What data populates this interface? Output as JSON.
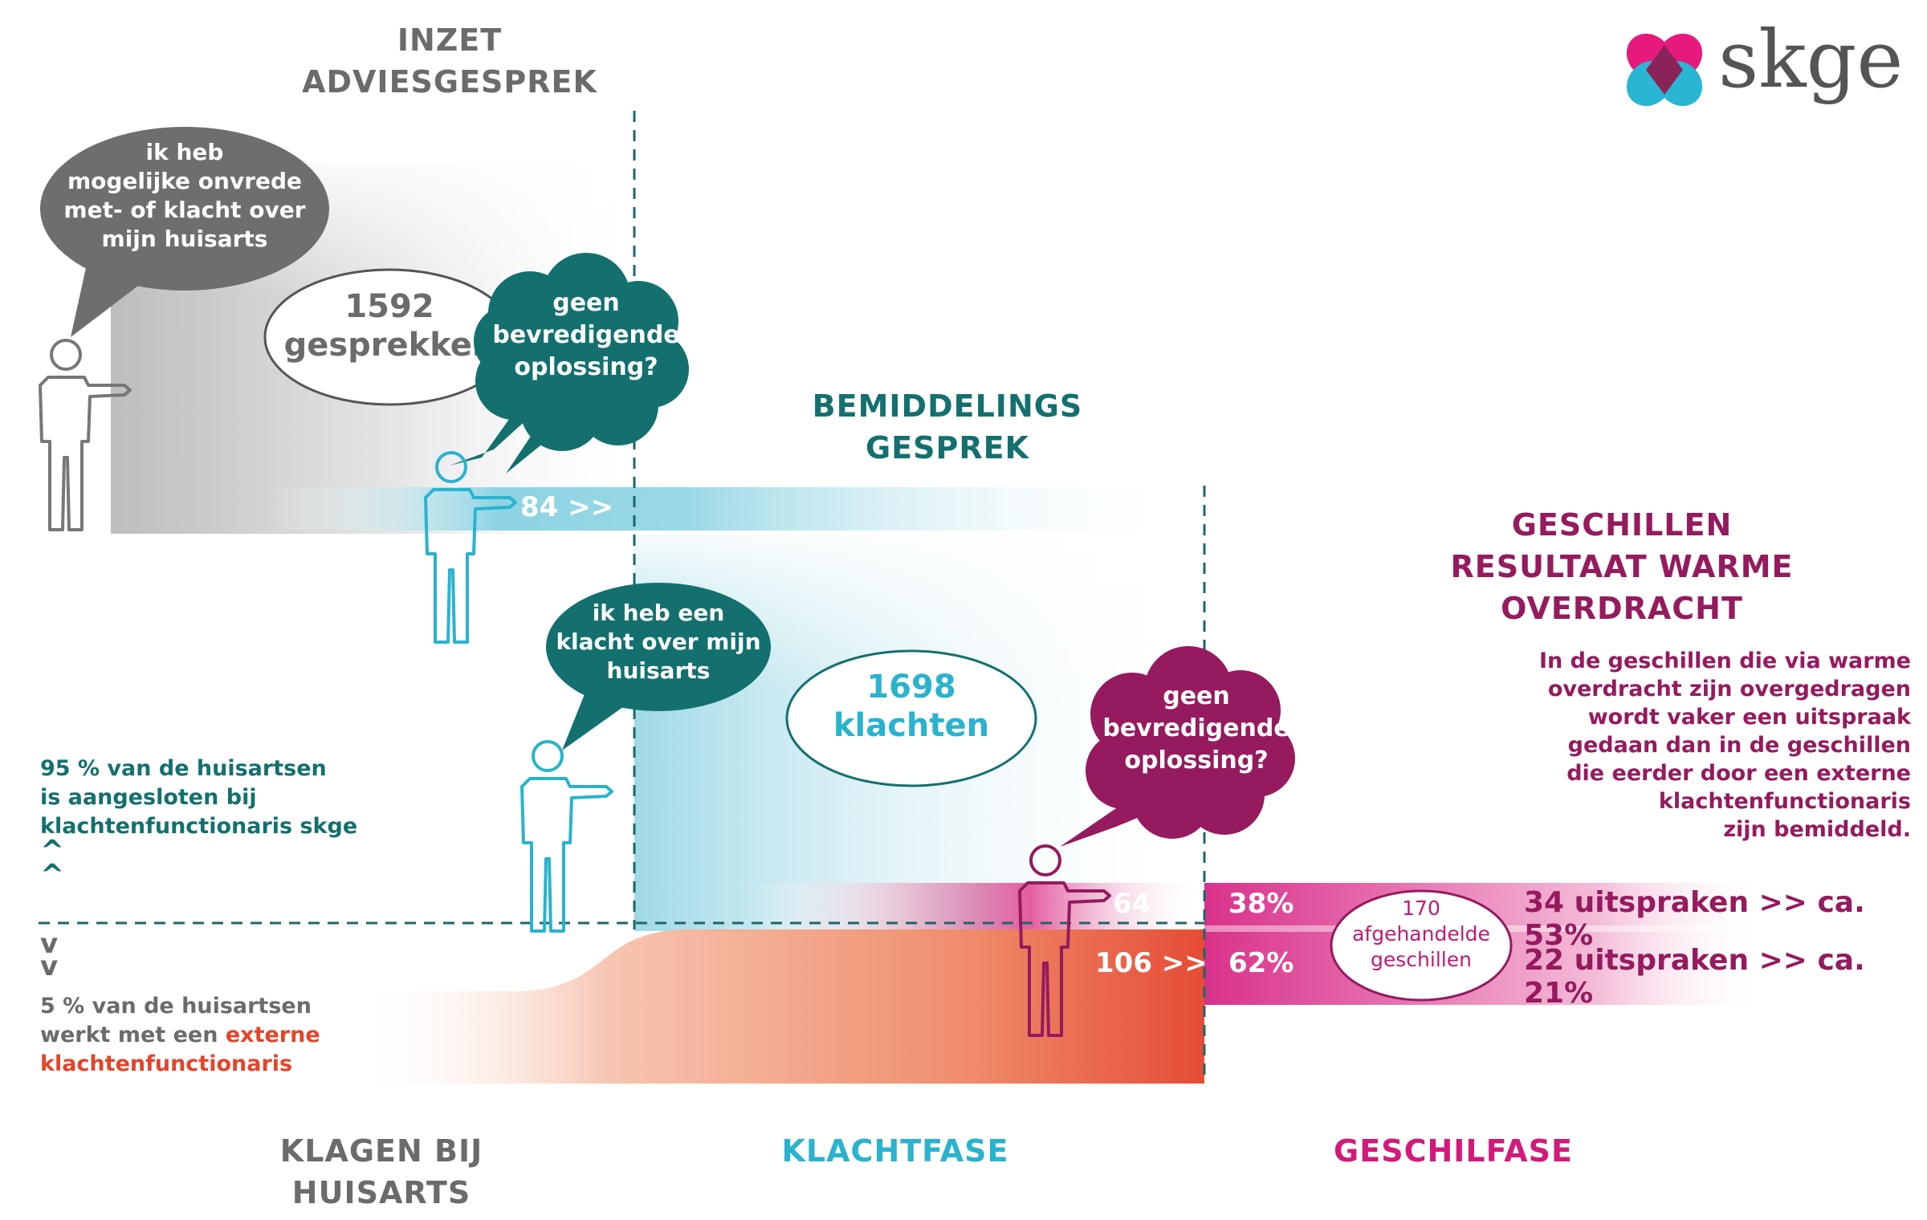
{
  "logo": {
    "text": "skge",
    "colors": {
      "pink": "#e6197d",
      "cyan": "#29b6d2",
      "dark": "#8a2357",
      "word": "#555555"
    }
  },
  "headers": {
    "advies": [
      "INZET",
      "ADVIESGESPREK"
    ],
    "bemiddeling": [
      "BEMIDDELINGS",
      "GESPREK"
    ],
    "geschillen": [
      "GESCHILLEN",
      "RESULTAAT WARME",
      "OVERDRACHT"
    ]
  },
  "bubbles": {
    "onvrede": [
      "ik heb",
      "mogelijke onvrede",
      "met- of klacht over",
      "mijn huisarts"
    ],
    "gesprekken": [
      "1592",
      "gesprekken"
    ],
    "geen1": [
      "geen",
      "bevredigende",
      "oplossing?"
    ],
    "klacht": [
      "ik heb een",
      "klacht over mijn",
      "huisarts"
    ],
    "klachten": [
      "1698",
      "klachten"
    ],
    "geen2": [
      "geen",
      "bevredigende",
      "oplossing?"
    ],
    "afgehandeld": [
      "170",
      "afgehandelde",
      "geschillen"
    ]
  },
  "flows": {
    "f84": "84 >>",
    "f64": "64 >>",
    "p38": "38%",
    "f106": "106 >>",
    "p62": "62%"
  },
  "results": {
    "r1": "34 uitspraken >> ca. 53%",
    "r2": "22 uitspraken >> ca. 21%"
  },
  "notes": {
    "geschillen_body": [
      "In de geschillen die via warme",
      "overdracht zijn overgedragen",
      "wordt vaker een uitspraak",
      "gedaan dan in de geschillen",
      "die eerder door een externe",
      "klachtenfunctionaris",
      "zijn bemiddeld."
    ],
    "pct95": [
      "95 % van de huisartsen",
      "is aangesloten bij",
      "klachtenfunctionaris skge"
    ],
    "pct5_a": "5 % van de huisartsen",
    "pct5_b_prefix": "werkt met een ",
    "pct5_b_red": "externe",
    "pct5_c": "klachtenfunctionaris",
    "up_arrow": "^",
    "down_arrow": "v"
  },
  "footer": {
    "klagen": [
      "KLAGEN BIJ",
      "HUISARTS"
    ],
    "klachtfase": "KLACHTFASE",
    "geschilfase": "GESCHILFASE"
  },
  "colors": {
    "gray": "#6b6b6b",
    "teal": "#13706f",
    "cyan": "#29b3cf",
    "plum": "#951a5e",
    "magenta": "#d4197b",
    "orange": "#e3452a"
  }
}
